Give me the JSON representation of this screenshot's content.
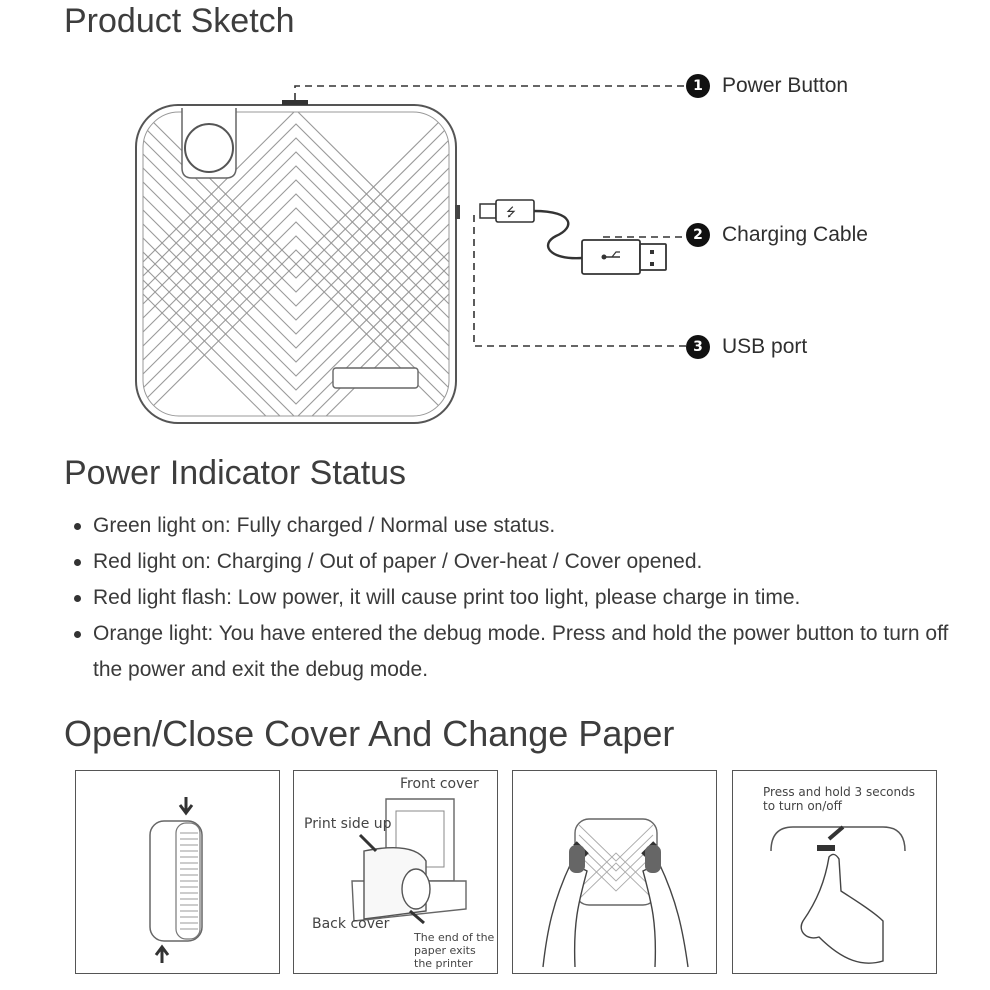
{
  "sections": {
    "sketch_title": "Product Sketch",
    "status_title": "Power Indicator Status",
    "cover_title": "Open/Close Cover And Change Paper"
  },
  "legend": [
    {
      "number": "1",
      "label": "Power Button"
    },
    {
      "number": "2",
      "label": "Charging Cable"
    },
    {
      "number": "3",
      "label": "USB port"
    }
  ],
  "status_items": [
    "Green light on: Fully charged / Normal use status.",
    "Red light on: Charging / Out of paper / Over-heat / Cover opened.",
    "Red light flash: Low power, it will cause print too light, please charge in time.",
    "Orange light: You have entered the debug mode. Press and hold the power button to turn off the power and exit the debug mode."
  ],
  "panels": {
    "panel2": {
      "front_cover": "Front cover",
      "print_side_up": "Print side up",
      "back_cover": "Back cover",
      "paper_exit_line1": "The end of the",
      "paper_exit_line2": "paper exits",
      "paper_exit_line3": "the printer"
    },
    "panel4": {
      "hint_line1": "Press and hold 3 seconds",
      "hint_line2": "to turn on/off"
    }
  }
}
